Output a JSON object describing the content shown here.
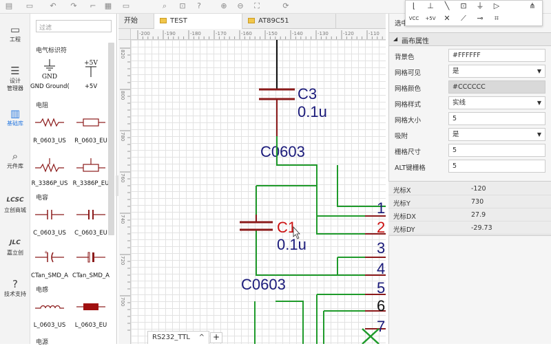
{
  "toolbar": {
    "icons": [
      "menu-icon",
      "folder-icon",
      "undo-icon",
      "redo-icon",
      "zoom-icon",
      "search-icon",
      "chip-icon",
      "help-icon",
      "zoom-in-icon",
      "zoom-out-icon",
      "fit-icon",
      "rotate-icon"
    ]
  },
  "sidebar": {
    "items": [
      {
        "label": "工程",
        "icon": "project-icon"
      },
      {
        "label": "设计",
        "label2": "管理器",
        "icon": "design-manager-icon"
      },
      {
        "label": "基础库",
        "icon": "basic-library-icon"
      },
      {
        "label": "元件库",
        "icon": "component-library-icon"
      },
      {
        "label": "立创商城",
        "icon": "lcsc-icon"
      },
      {
        "label": "嘉立创",
        "icon": "jlc-icon"
      },
      {
        "label": "技术支持",
        "icon": "support-icon"
      }
    ]
  },
  "library": {
    "search_placeholder": "过滤",
    "categories": [
      "电气标识符",
      "电阻",
      "电容",
      "电感",
      "电源"
    ],
    "symbols": {
      "gnd_label": "GND",
      "vcc_label": "+5V",
      "row1": [
        "GND Ground(",
        "+5V"
      ],
      "row2": [
        "R_0603_US",
        "R_0603_EU"
      ],
      "row3": [
        "R_3386P_US",
        "R_3386P_EU"
      ],
      "row4": [
        "C_0603_US",
        "C_0603_EU"
      ],
      "row5": [
        "CTan_SMD_A",
        "CTan_SMD_A"
      ],
      "row6": [
        "L_0603_US",
        "L_0603_EU"
      ]
    }
  },
  "tabs": [
    {
      "label": "开始"
    },
    {
      "label": "TEST"
    },
    {
      "label": "AT89C51"
    }
  ],
  "ruler": {
    "h": [
      "-200",
      "-190",
      "-180",
      "-170",
      "-160",
      "-150",
      "-140",
      "-130",
      "-120",
      "-110"
    ],
    "v": [
      "820",
      "800",
      "780",
      "760",
      "740",
      "720",
      "700"
    ]
  },
  "canvas": {
    "c3_name": "C3",
    "c3_value": "0.1u",
    "c3_footprint": "C0603",
    "c1_name": "C1",
    "c1_value": "0.1u",
    "c1_footprint": "C0603",
    "pins": [
      "1",
      "2",
      "3",
      "4",
      "5",
      "6",
      "7"
    ]
  },
  "sheet": {
    "name": "RS232_TTL",
    "close": "^",
    "add": "+"
  },
  "right_panel": {
    "header": "选中",
    "section": "画布属性",
    "props": [
      {
        "label": "背景色",
        "value": "#FFFFFF"
      },
      {
        "label": "网格可见",
        "value": "是",
        "dropdown": "▼"
      },
      {
        "label": "网格颜色",
        "value": "#CCCCCC"
      },
      {
        "label": "网格样式",
        "value": "实线",
        "dropdown": "▼"
      },
      {
        "label": "网格大小",
        "value": "5"
      },
      {
        "label": "吸附",
        "value": "是",
        "dropdown": "▼"
      },
      {
        "label": "栅格尺寸",
        "value": "5"
      },
      {
        "label": "ALT键栅格",
        "value": "5"
      }
    ],
    "cursor": [
      {
        "label": "光标X",
        "value": "-120"
      },
      {
        "label": "光标Y",
        "value": "730"
      },
      {
        "label": "光标DX",
        "value": "27.9"
      },
      {
        "label": "光标DY",
        "value": "-29.73"
      }
    ]
  },
  "float_toolbar": {
    "vcc": "VCC",
    "plus5v": "+5V",
    "icons": [
      "wire-icon",
      "bus-icon",
      "line-icon",
      "netflag-icon",
      "ground-icon",
      "netport-icon",
      "vcc-icon",
      "plus5v-icon",
      "no-connect-icon",
      "probe-icon",
      "net-label-icon",
      "pin-icon"
    ]
  }
}
